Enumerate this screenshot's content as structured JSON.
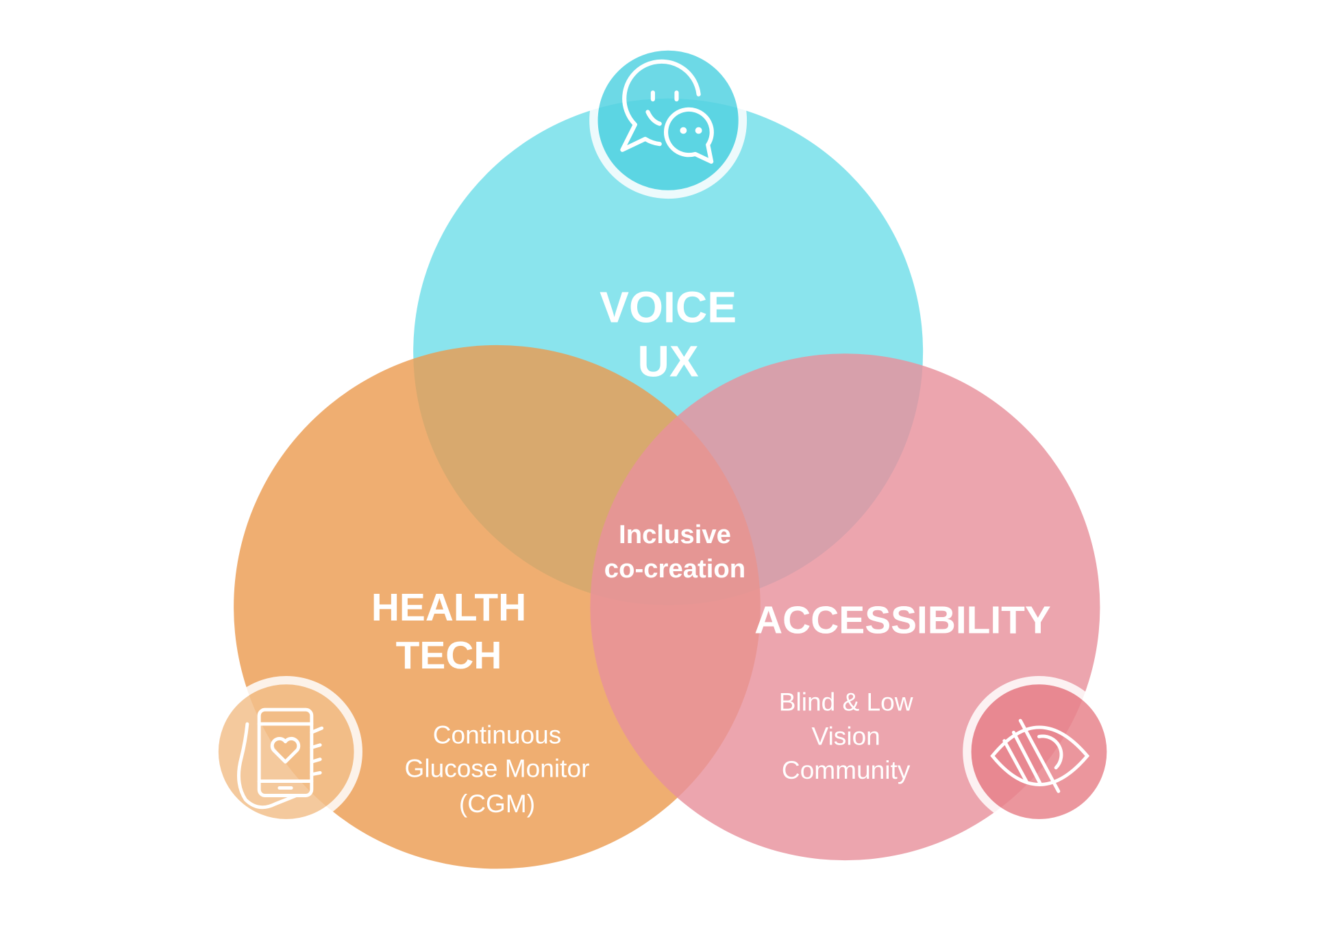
{
  "circles": {
    "voice": {
      "title_line1": "VOICE",
      "title_line2": "UX",
      "color": "#5dd9e6",
      "icon": "chat-bubbles-icon"
    },
    "health": {
      "title_line1": "HEALTH",
      "title_line2": "TECH",
      "sub_line1": "Continuous",
      "sub_line2": "Glucose Monitor",
      "sub_line3": "(CGM)",
      "color": "#eb9a4e",
      "icon": "phone-heart-hand-icon"
    },
    "accessibility": {
      "title": "ACCESSIBILITY",
      "sub_line1": "Blind & Low",
      "sub_line2": "Vision",
      "sub_line3": "Community",
      "color": "#e88f9b",
      "icon": "eye-slash-icon"
    }
  },
  "center": {
    "line1": "Inclusive",
    "line2": "co-creation"
  }
}
